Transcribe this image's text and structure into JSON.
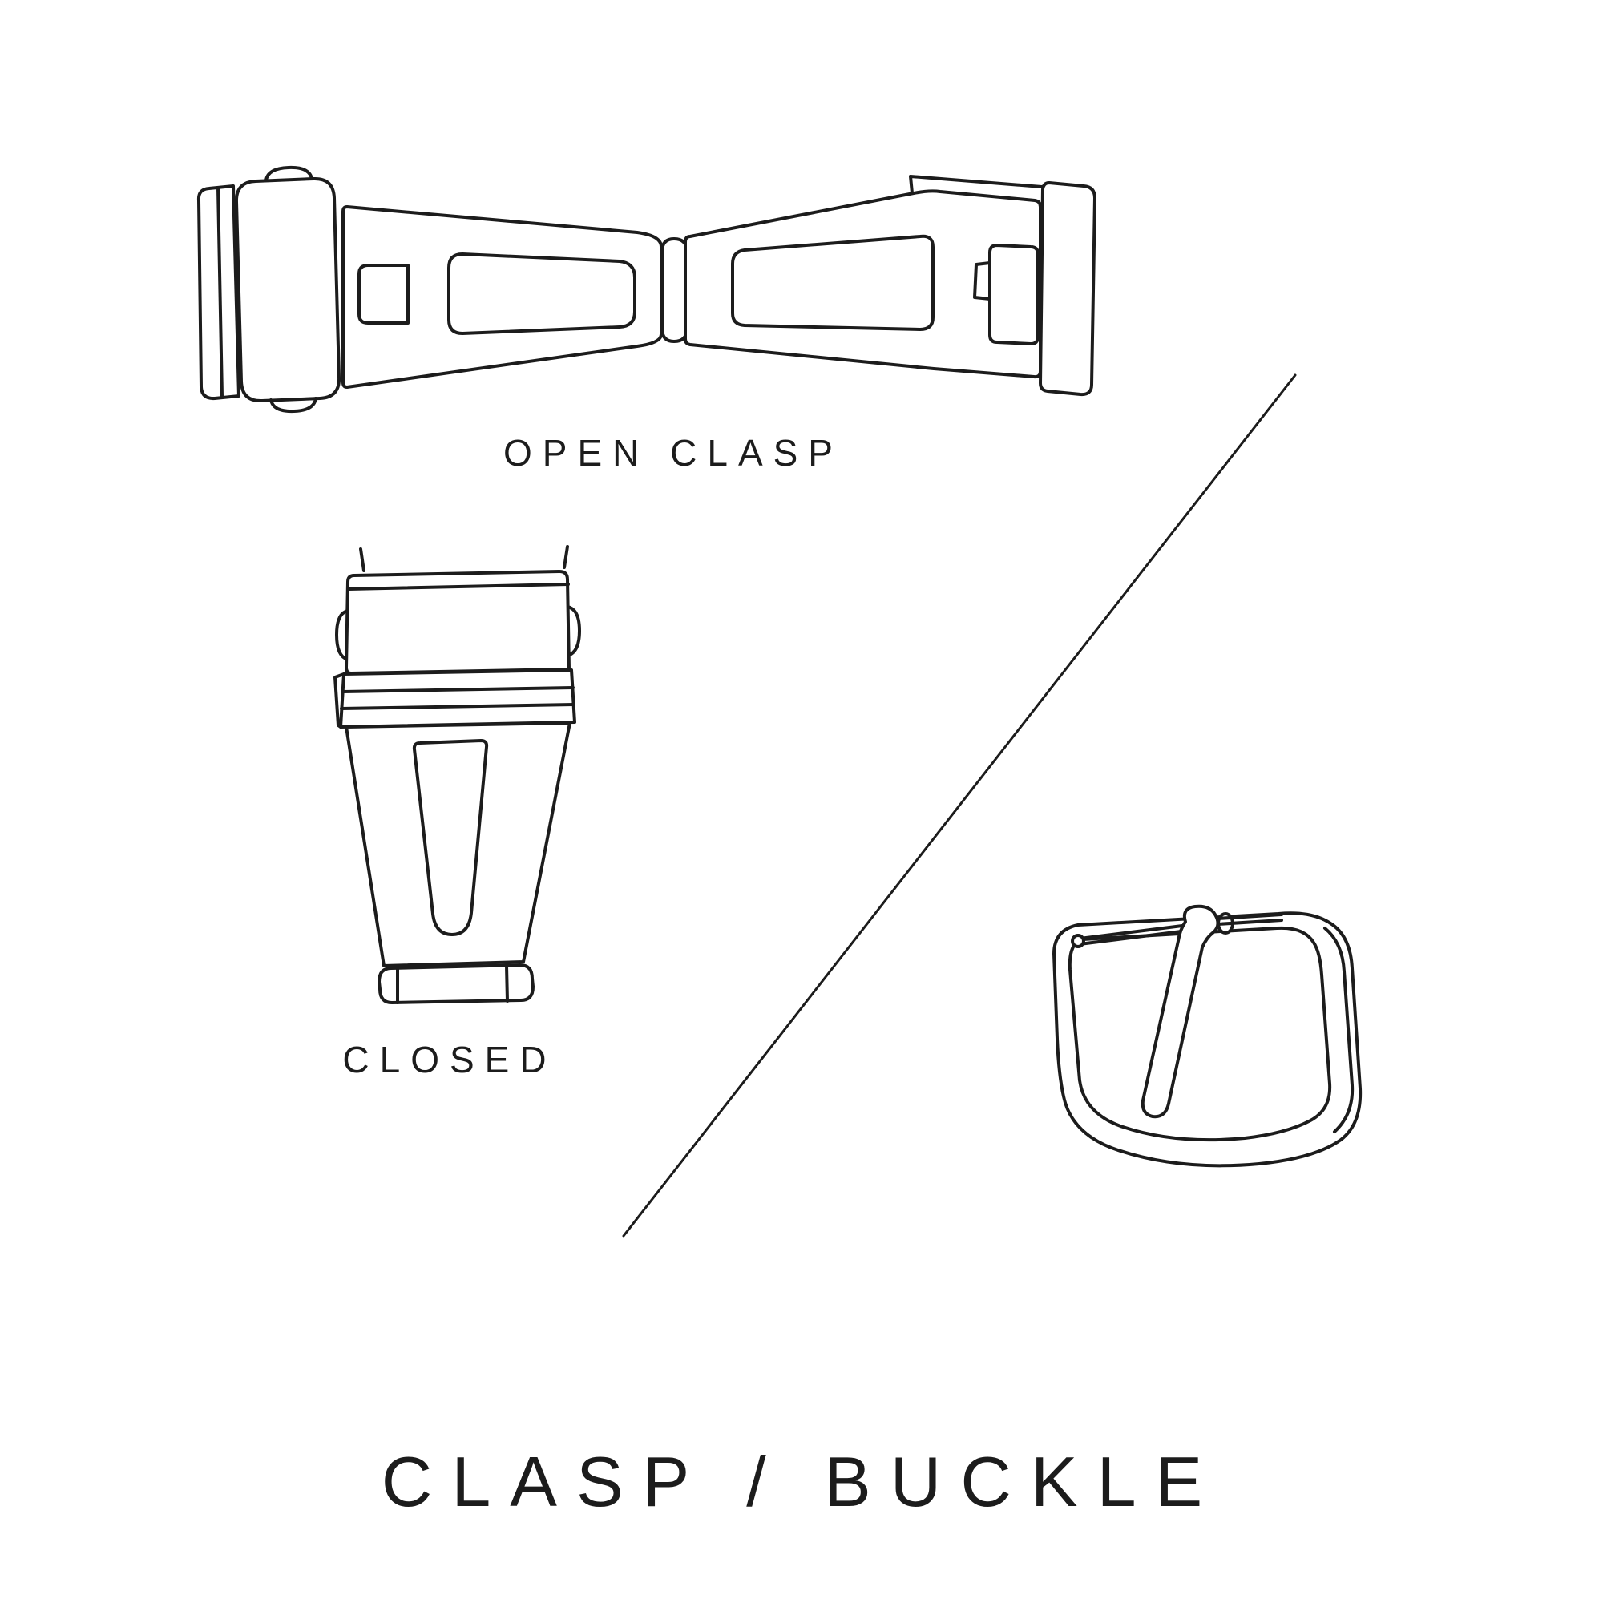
{
  "page": {
    "background": "#ffffff",
    "ink": "#1c1c1c"
  },
  "labels": {
    "open_clasp": "OPEN CLASP",
    "closed": "CLOSED",
    "title": "CLASP / BUCKLE"
  },
  "figures": {
    "open_clasp_icon": "open-deployant-clasp-illustration",
    "closed_clasp_icon": "closed-deployant-clasp-illustration",
    "buckle_icon": "tang-buckle-illustration",
    "divider_icon": "diagonal-divider-line"
  }
}
